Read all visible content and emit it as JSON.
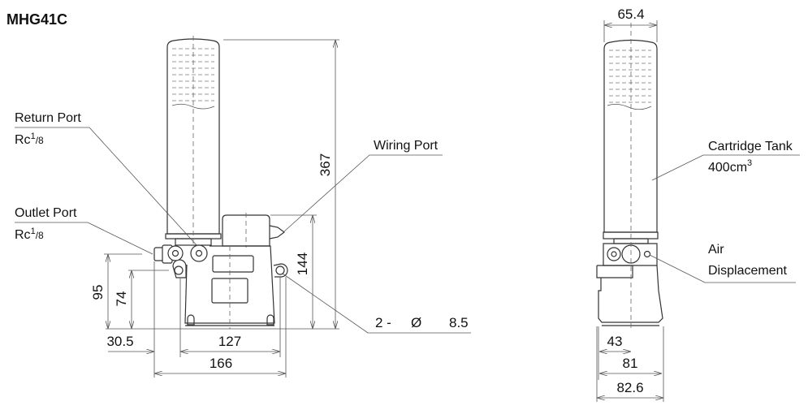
{
  "title": "MHG41C",
  "front_view": {
    "return_port": {
      "label": "Return Port",
      "thread": "Rc",
      "thread_num": "1",
      "thread_den": "/8"
    },
    "outlet_port": {
      "label": "Outlet Port",
      "thread": "Rc",
      "thread_num": "1",
      "thread_den": "/8"
    },
    "wiring_port": {
      "label": "Wiring Port"
    },
    "mount_holes": {
      "count": "2 -",
      "symbol": "Ø",
      "size": "8.5"
    },
    "dims": {
      "height_total": "367",
      "height_motor": "144",
      "height_outlet": "95",
      "height_holes": "74",
      "offset_outlet": "30.5",
      "hole_pitch": "127",
      "width_total": "166"
    }
  },
  "side_view": {
    "cartridge_tank": {
      "label": "Cartridge Tank",
      "volume": "400cm",
      "volume_sup": "3"
    },
    "air_displacement": {
      "line1": "Air",
      "line2": "Displacement"
    },
    "dims": {
      "tank_diameter": "65.4",
      "center_offset": "43",
      "body_width": "81",
      "overall_width": "82.6"
    }
  }
}
